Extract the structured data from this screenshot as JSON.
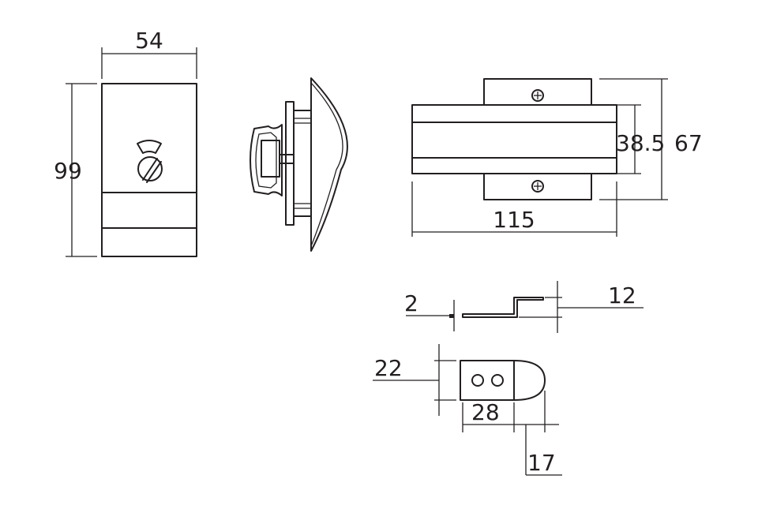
{
  "dimensions": {
    "front_width": "54",
    "front_height": "99",
    "top_inner_height": "38.5",
    "top_outer_height": "67",
    "top_length": "115",
    "plate_thickness": "2",
    "plate_offset": "12",
    "bracket_height": "22",
    "bracket_length": "28",
    "bracket_tab": "17"
  },
  "colors": {
    "line": "#231f20",
    "background": "#ffffff"
  }
}
